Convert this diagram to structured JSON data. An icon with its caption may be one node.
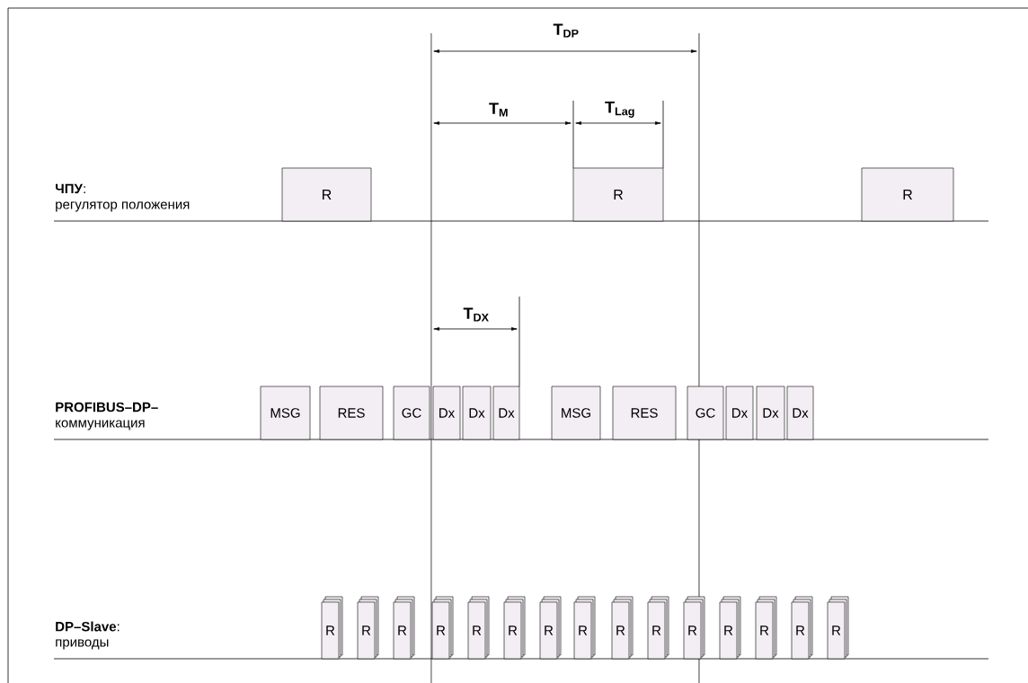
{
  "diagram": {
    "nodes": [
      {
        "text": [
          "R"
        ]
      },
      {
        "text": [
          "R"
        ]
      },
      {
        "text": [
          "R"
        ]
      },
      {
        "text": [
          "MSG"
        ]
      },
      {
        "text": [
          "RES"
        ]
      },
      {
        "text": [
          "GC"
        ]
      },
      {
        "text": [
          "Dx"
        ]
      },
      {
        "text": [
          "Dx"
        ]
      },
      {
        "text": [
          "Dx"
        ]
      },
      {
        "text": [
          "MSG"
        ]
      },
      {
        "text": [
          "RES"
        ]
      },
      {
        "text": [
          "GC"
        ]
      },
      {
        "text": [
          "Dx"
        ]
      },
      {
        "text": [
          "Dx"
        ]
      },
      {
        "text": [
          "Dx"
        ]
      },
      {
        "text": [
          "R"
        ]
      },
      {
        "text": [
          "R"
        ]
      },
      {
        "text": [
          "R"
        ]
      },
      {
        "text": [
          "R"
        ]
      },
      {
        "text": [
          "R"
        ]
      },
      {
        "text": [
          "R"
        ]
      },
      {
        "text": [
          "R"
        ]
      },
      {
        "text": [
          "R"
        ]
      },
      {
        "text": [
          "R"
        ]
      },
      {
        "text": [
          "R"
        ]
      },
      {
        "text": [
          "R"
        ]
      },
      {
        "text": [
          "R"
        ]
      },
      {
        "text": [
          "R"
        ]
      },
      {
        "text": [
          "R"
        ]
      },
      {
        "text": [
          "R"
        ]
      }
    ],
    "edges": [],
    "labels": [
      "T$_{DP}$",
      "T$_{M}$",
      "T$_{Lag}$",
      "**ЧПУ**:",
      "регулятор положения",
      "T$_{DX}$",
      "PROFIBUS–DP–",
      "коммуникация",
      "**DP–Slave**:",
      "приводы"
    ]
  }
}
